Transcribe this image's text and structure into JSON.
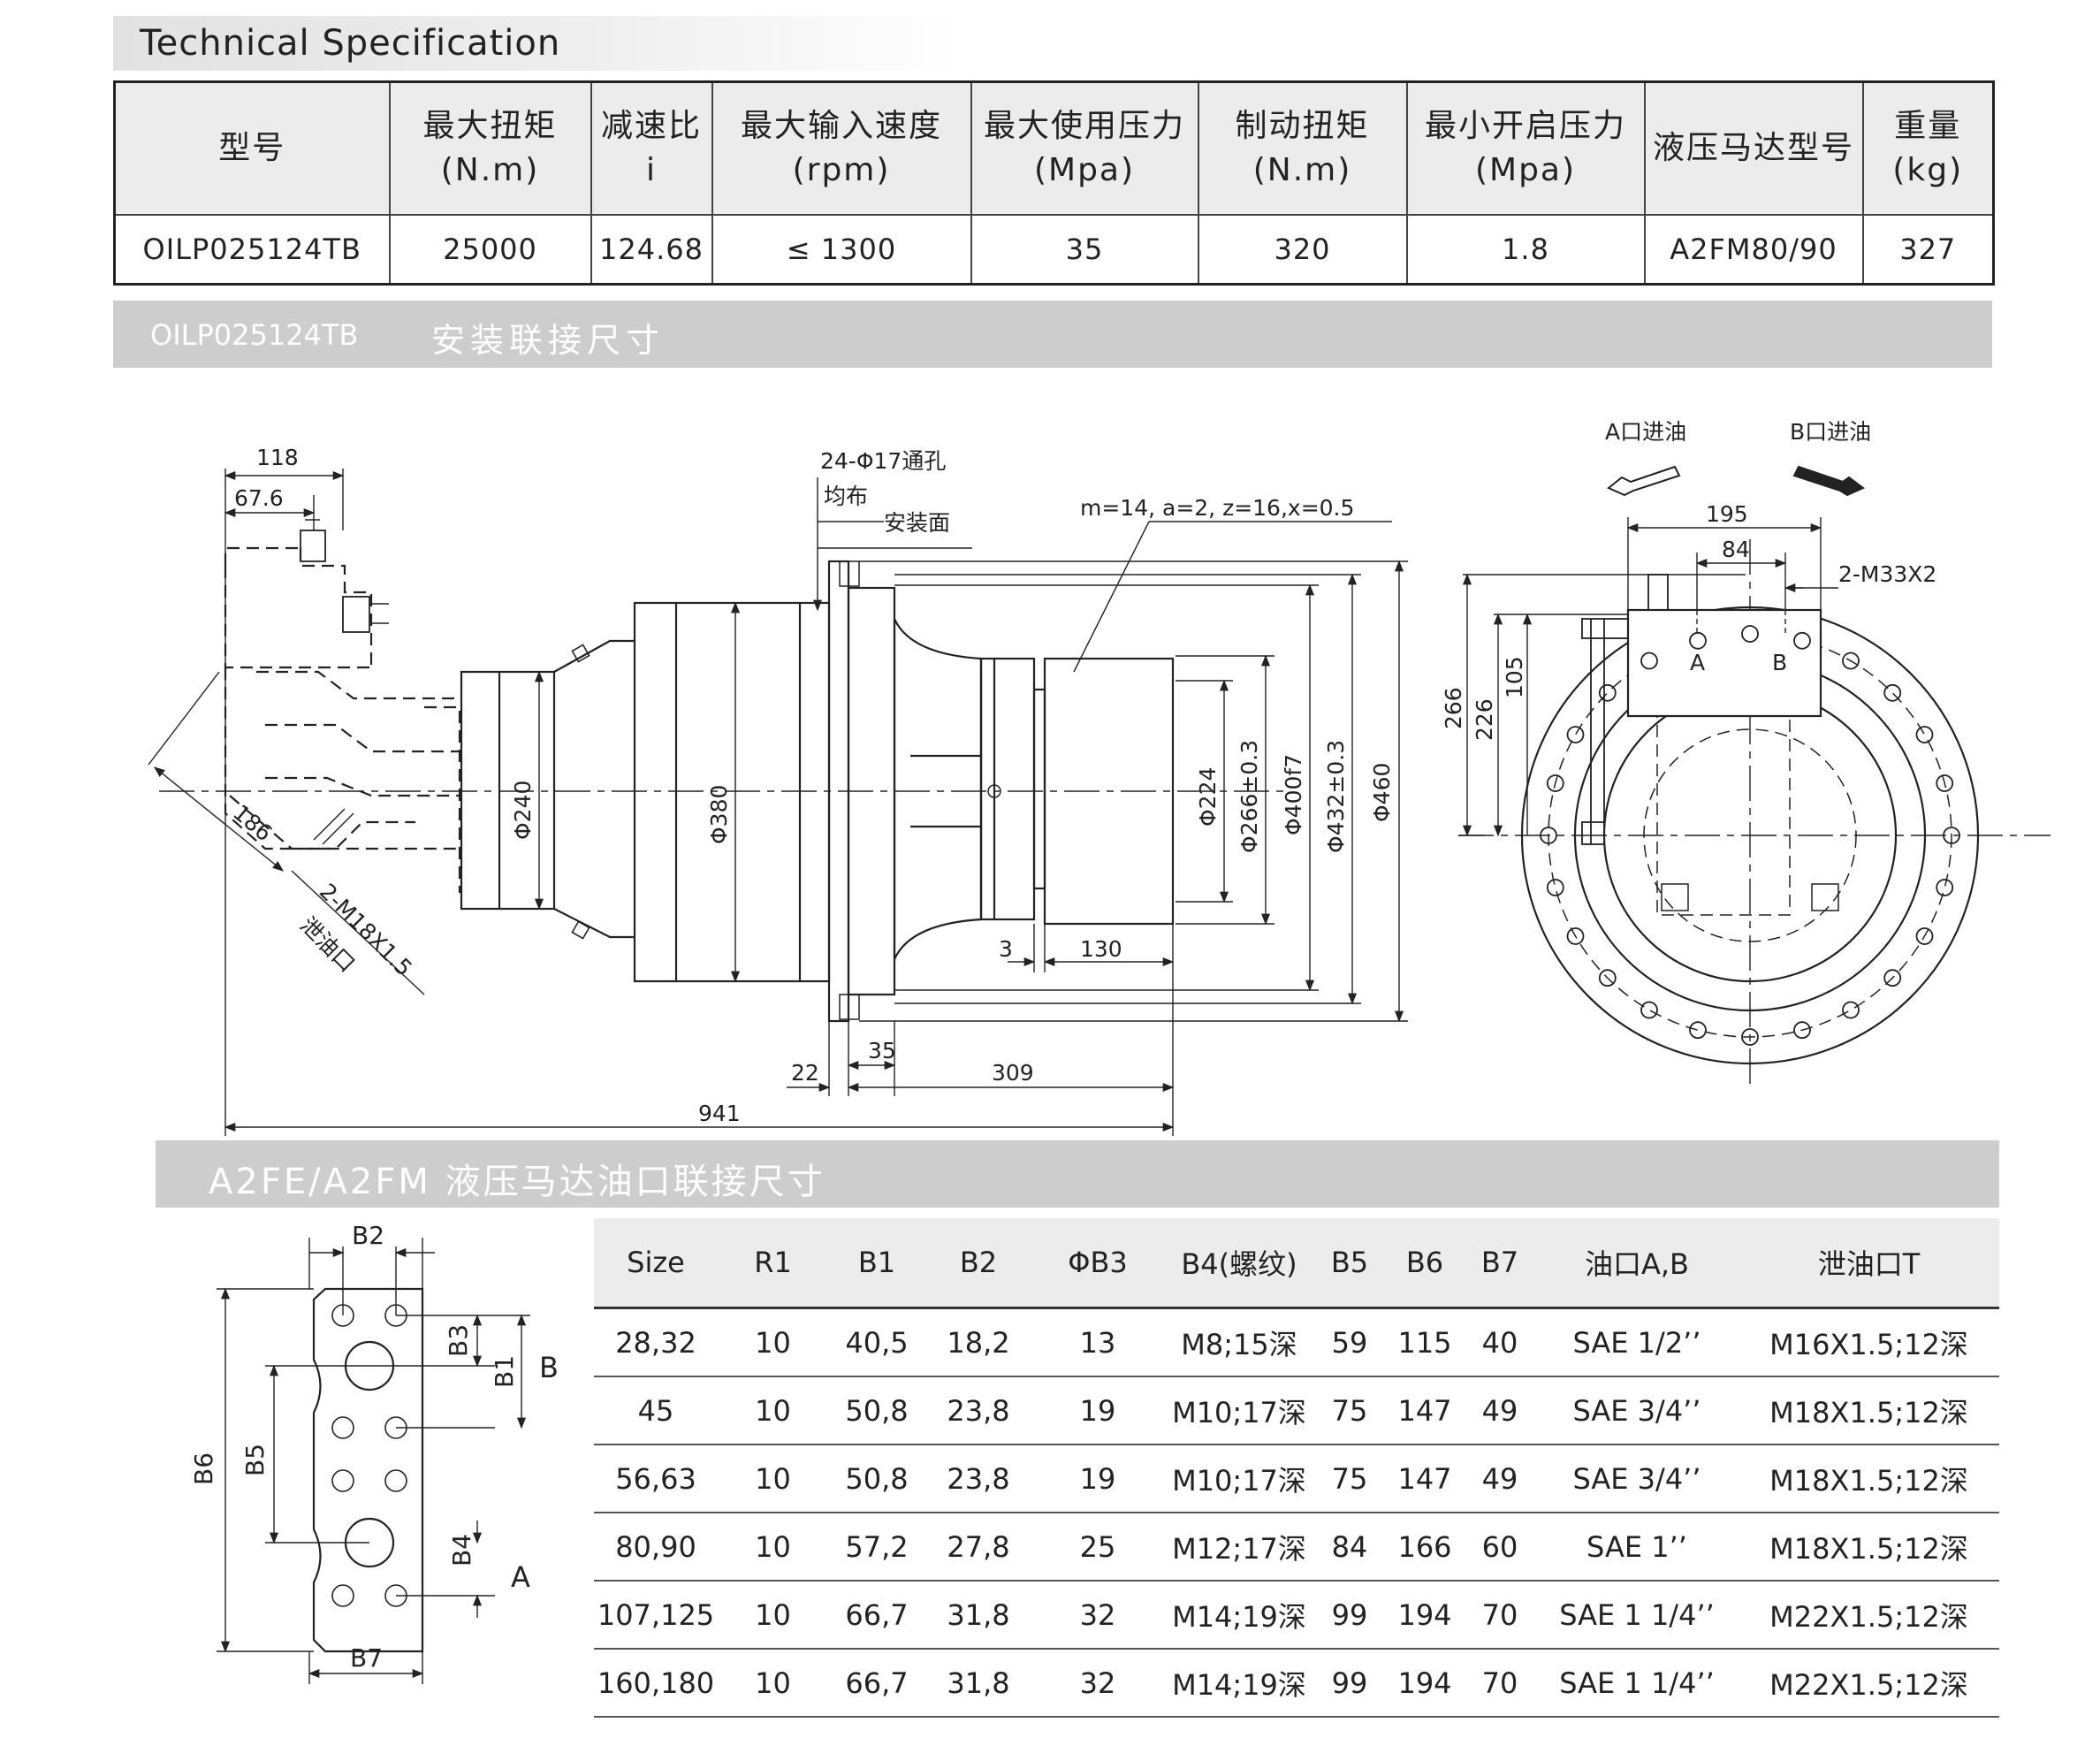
{
  "header": {
    "title": "Technical Specification"
  },
  "spec": {
    "columns": [
      {
        "name": "型号",
        "unit": ""
      },
      {
        "name": "最大扭矩",
        "unit": "(N.m)"
      },
      {
        "name": "减速比",
        "unit": "i"
      },
      {
        "name": "最大输入速度",
        "unit": "(rpm)"
      },
      {
        "name": "最大使用压力",
        "unit": "(Mpa)"
      },
      {
        "name": "制动扭矩",
        "unit": "(N.m)"
      },
      {
        "name": "最小开启压力",
        "unit": "(Mpa)"
      },
      {
        "name": "液压马达型号",
        "unit": ""
      },
      {
        "name": "重量",
        "unit": "(kg)"
      }
    ],
    "row": [
      "OILP025124TB",
      "25000",
      "124.68",
      "≤ 1300",
      "35",
      "320",
      "1.8",
      "A2FM80/90",
      "327"
    ]
  },
  "section_install": {
    "model": "OILP025124TB",
    "title": "安装联接尺寸"
  },
  "drawing": {
    "side": {
      "dims": [
        "118",
        "67.6",
        "186",
        "2-M18X1.5",
        "泄油口",
        "24-Φ17通孔",
        "均布",
        "安装面",
        "m=14, a=2, z=16,x=0.5",
        "Φ240",
        "Φ380",
        "Φ224",
        "Φ266±0.3",
        "Φ400f7",
        "Φ432±0.3",
        "Φ460",
        "3",
        "130",
        "22",
        "35",
        "309",
        "941"
      ]
    },
    "end": {
      "dims": [
        "A口进油",
        "B口进油",
        "195",
        "84",
        "2-M33X2",
        "105",
        "266",
        "226",
        "A",
        "B"
      ]
    }
  },
  "section_port": {
    "title": "A2FE/A2FM 液压马达油口联接尺寸"
  },
  "flange": {
    "labels": [
      "B2",
      "B3",
      "B1",
      "B",
      "B6",
      "B5",
      "B4",
      "A",
      "B7"
    ]
  },
  "port_table": {
    "headers": [
      "Size",
      "R1",
      "B1",
      "B2",
      "ΦB3",
      "B4(螺纹)",
      "B5",
      "B6",
      "B7",
      "油口A,B",
      "泄油口T"
    ],
    "rows": [
      [
        "28,32",
        "10",
        "40,5",
        "18,2",
        "13",
        "M8;15深",
        "59",
        "115",
        "40",
        "SAE 1/2’’",
        "M16X1.5;12深"
      ],
      [
        "45",
        "10",
        "50,8",
        "23,8",
        "19",
        "M10;17深",
        "75",
        "147",
        "49",
        "SAE 3/4’’",
        "M18X1.5;12深"
      ],
      [
        "56,63",
        "10",
        "50,8",
        "23,8",
        "19",
        "M10;17深",
        "75",
        "147",
        "49",
        "SAE 3/4’’",
        "M18X1.5;12深"
      ],
      [
        "80,90",
        "10",
        "57,2",
        "27,8",
        "25",
        "M12;17深",
        "84",
        "166",
        "60",
        "SAE 1’’",
        "M18X1.5;12深"
      ],
      [
        "107,125",
        "10",
        "66,7",
        "31,8",
        "32",
        "M14;19深",
        "99",
        "194",
        "70",
        "SAE 1  1/4’’",
        "M22X1.5;12深"
      ],
      [
        "160,180",
        "10",
        "66,7",
        "31,8",
        "32",
        "M14;19深",
        "99",
        "194",
        "70",
        "SAE 1  1/4’’",
        "M22X1.5;12深"
      ]
    ]
  }
}
